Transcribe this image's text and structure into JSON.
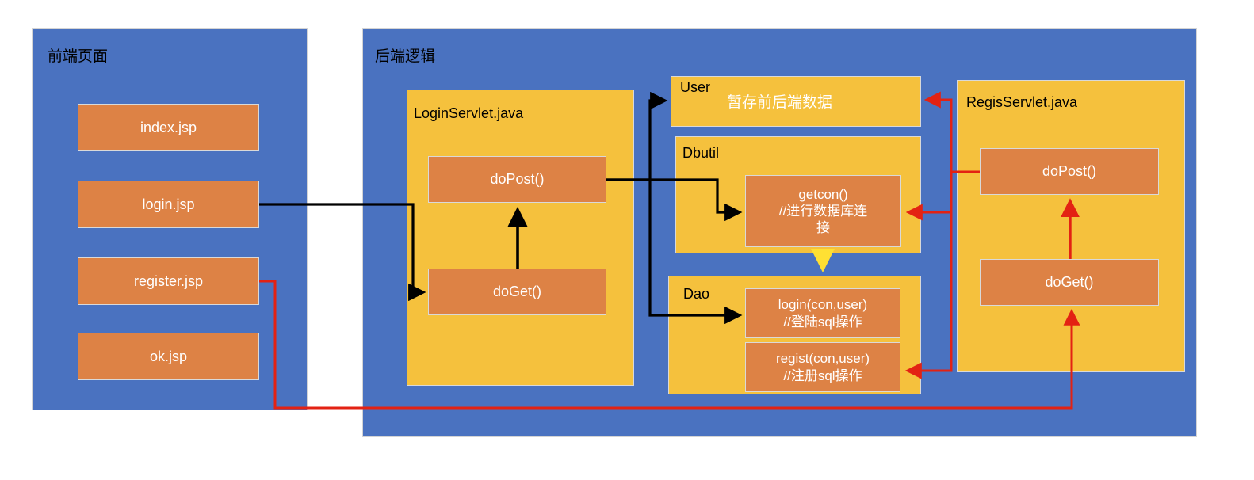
{
  "colors": {
    "panel_blue": "#4A72C0",
    "card_yellow": "#F5C13D",
    "node_orange": "#DD8245",
    "flow_black": "#000000",
    "flow_red": "#E32213",
    "flow_yellow": "#FFE033",
    "text_white": "#FFFFFF",
    "text_black": "#000000"
  },
  "panels": {
    "frontend": {
      "title": "前端页面"
    },
    "backend": {
      "title": "后端逻辑"
    }
  },
  "frontend_pages": [
    {
      "label": "index.jsp"
    },
    {
      "label": "login.jsp"
    },
    {
      "label": "register.jsp"
    },
    {
      "label": "ok.jsp"
    }
  ],
  "login_servlet": {
    "title": "LoginServlet.java",
    "methods": [
      {
        "label": "doPost()"
      },
      {
        "label": "doGet()"
      }
    ]
  },
  "regis_servlet": {
    "title": "RegisServlet.java",
    "methods": [
      {
        "label": "doPost()"
      },
      {
        "label": "doGet()"
      }
    ]
  },
  "user_card": {
    "title": "User",
    "note": "暂存前后端数据"
  },
  "dbutil_card": {
    "title": "Dbutil",
    "methods": [
      {
        "line1": "getcon()",
        "line2": "//进行数据库连",
        "line3": "接"
      }
    ]
  },
  "dao_card": {
    "title": "Dao",
    "methods": [
      {
        "line1": "login(con,user)",
        "line2": "//登陆sql操作"
      },
      {
        "line1": "regist(con,user)",
        "line2": "//注册sql操作"
      }
    ]
  },
  "flows": [
    {
      "name": "login-jsp-to-doget",
      "color": "#000000",
      "from": "login.jsp",
      "to": "LoginServlet.doGet()"
    },
    {
      "name": "doget-to-dopost",
      "color": "#000000",
      "from": "LoginServlet.doGet()",
      "to": "LoginServlet.doPost()"
    },
    {
      "name": "dopost-to-user",
      "color": "#000000",
      "from": "LoginServlet.doPost()",
      "to": "User"
    },
    {
      "name": "dopost-to-getcon",
      "color": "#000000",
      "from": "LoginServlet.doPost()",
      "to": "Dbutil.getcon()"
    },
    {
      "name": "dopost-to-dao-login",
      "color": "#000000",
      "from": "LoginServlet.doPost()",
      "to": "Dao.login(con,user)"
    },
    {
      "name": "getcon-to-dao",
      "color": "#FFE033",
      "from": "Dbutil.getcon()",
      "to": "Dao"
    },
    {
      "name": "register-jsp-to-regis-doget",
      "color": "#E32213",
      "from": "register.jsp",
      "to": "RegisServlet.doGet()"
    },
    {
      "name": "regis-doget-to-dopost",
      "color": "#E32213",
      "from": "RegisServlet.doGet()",
      "to": "RegisServlet.doPost()"
    },
    {
      "name": "regis-dopost-to-user",
      "color": "#E32213",
      "from": "RegisServlet.doPost()",
      "to": "User"
    },
    {
      "name": "regis-dopost-to-getcon",
      "color": "#E32213",
      "from": "RegisServlet.doPost()",
      "to": "Dbutil.getcon()"
    },
    {
      "name": "regis-dopost-to-dao-regist",
      "color": "#E32213",
      "from": "RegisServlet.doPost()",
      "to": "Dao.regist(con,user)"
    }
  ]
}
